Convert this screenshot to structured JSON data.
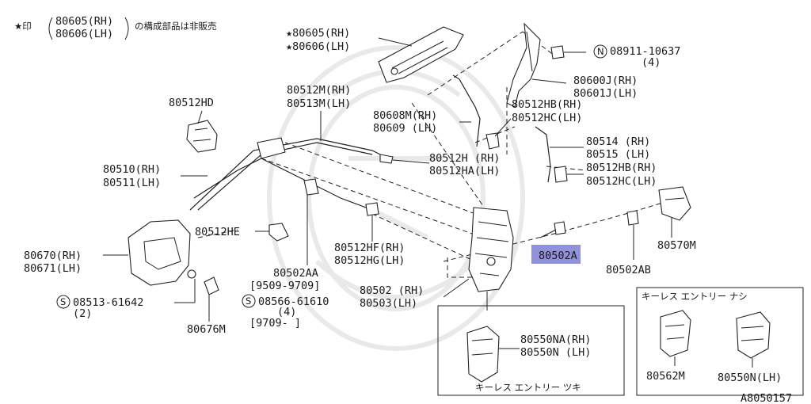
{
  "note": {
    "prefix": "★印",
    "line1": "80605(RH)",
    "line2": "80606(LH)",
    "suffix": "の構成部品は非販売"
  },
  "labels": {
    "p80605": "★80605(RH)",
    "p80606": "★80606(LH)",
    "p08911": "08911-10637",
    "p08911_qty": "(4)",
    "p80600J": "80600J(RH)",
    "p80601J": "80601J(LH)",
    "p80512HD": "80512HD",
    "p80512M": "80512M(RH)",
    "p80513M": "80513M(LH)",
    "p80608M": "80608M(RH)",
    "p80609": "80609 (LH)",
    "p80512HB_a": "80512HB(RH)",
    "p80512HC_a": "80512HC(LH)",
    "p80514": "80514 (RH)",
    "p80515": "80515 (LH)",
    "p80510": "80510(RH)",
    "p80511": "80511(LH)",
    "p80512H": "80512H (RH)",
    "p80512HA": "80512HA(LH)",
    "p80512HB_b": "80512HB(RH)",
    "p80512HC_b": "80512HC(LH)",
    "p80512HE": "80512HE",
    "p80512HF": "80512HF(RH)",
    "p80512HG": "80512HG(LH)",
    "p80502A": "80502A",
    "p80570M": "80570M",
    "p80670": "80670(RH)",
    "p80671": "80671(LH)",
    "p80502AA": "80502AA",
    "p80502AA_range": "[9509-9709]",
    "p80502": "80502 (RH)",
    "p80503": "80503(LH)",
    "p80502AB": "80502AB",
    "p08513": "08513-61642",
    "p08513_qty": "(2)",
    "p08566": "08566-61610",
    "p08566_qty": "(4)",
    "p08566_range": "[9709-     ]",
    "p80676M": "80676M",
    "p80550NA": "80550NA(RH)",
    "p80550N": "80550N (LH)",
    "p80562M": "80562M",
    "p80550N_b": "80550N(LH)"
  },
  "symbols": {
    "N": "N",
    "S": "S"
  },
  "boxes": {
    "keyless_with": "キーレス エントリー ツキ",
    "keyless_without": "キーレス エントリー ナシ"
  },
  "figure_code": "A8050157",
  "highlight_color": "#7f7fd4"
}
